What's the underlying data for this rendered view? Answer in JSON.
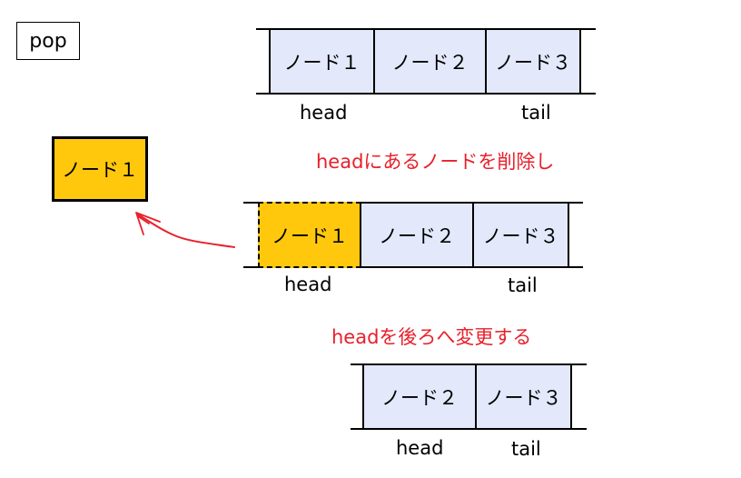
{
  "title": "pop",
  "nodes": {
    "n1": "ノード１",
    "n2": "ノード２",
    "n3": "ノード３"
  },
  "pointers": {
    "head": "head",
    "tail": "tail"
  },
  "notes": {
    "step1": "headにあるノードを削除し",
    "step2": "headを後ろへ変更する"
  },
  "colors": {
    "node_fill": "#e3e8fb",
    "removed_fill": "#ffc80d",
    "note_text": "#e8202b",
    "arrow": "#e8202b"
  }
}
